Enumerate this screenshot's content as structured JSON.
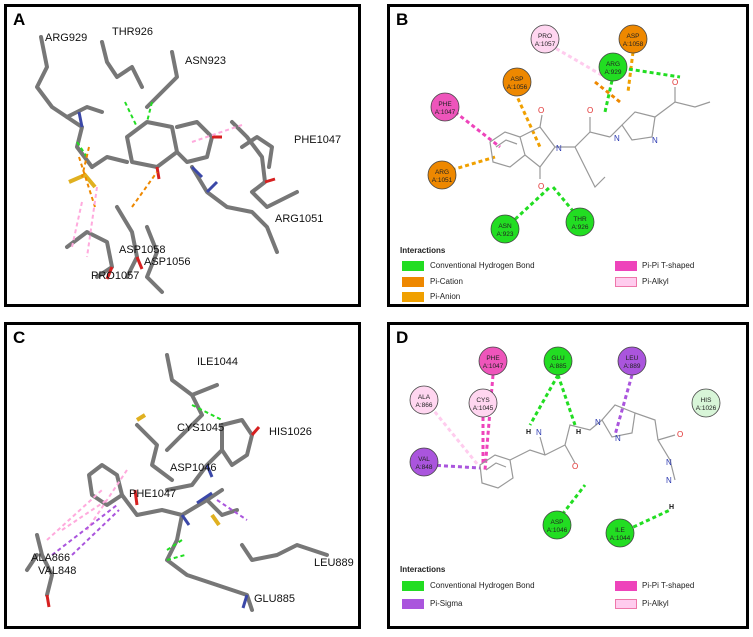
{
  "panels": {
    "A": {
      "label": "A",
      "residues": [
        "ARG929",
        "THR926",
        "ASN923",
        "PHE1047",
        "ARG1051",
        "ASP1058",
        "ASP1056",
        "PRO1057"
      ]
    },
    "B": {
      "label": "B",
      "residues": [
        {
          "name": "PRO",
          "chain": "A:1057"
        },
        {
          "name": "ASP",
          "chain": "A:1058"
        },
        {
          "name": "ARG",
          "chain": "A:929"
        },
        {
          "name": "ASP",
          "chain": "A:1056"
        },
        {
          "name": "PHE",
          "chain": "A:1047"
        },
        {
          "name": "ARG",
          "chain": "A:1051"
        },
        {
          "name": "ASN",
          "chain": "A:923"
        },
        {
          "name": "THR",
          "chain": "A:926"
        }
      ],
      "legend_title": "Interactions",
      "legend": [
        {
          "label": "Conventional Hydrogen Bond",
          "color": "#22dd22"
        },
        {
          "label": "Pi-Pi T-shaped",
          "color": "#ee44bb"
        },
        {
          "label": "Pi-Cation",
          "color": "#ee8800"
        },
        {
          "label": "Pi-Alkyl",
          "color": "#ffccee"
        },
        {
          "label": "Pi-Anion",
          "color": "#f0a000"
        }
      ]
    },
    "C": {
      "label": "C",
      "residues": [
        "ILE1044",
        "CYS1045",
        "HIS1026",
        "ASP1046",
        "PHE1047",
        "ALA866",
        "VAL848",
        "LEU889",
        "GLU885"
      ]
    },
    "D": {
      "label": "D",
      "residues": [
        {
          "name": "PHE",
          "chain": "A:1047"
        },
        {
          "name": "GLU",
          "chain": "A:885"
        },
        {
          "name": "LEU",
          "chain": "A:889"
        },
        {
          "name": "ALA",
          "chain": "A:866"
        },
        {
          "name": "CYS",
          "chain": "A:1045"
        },
        {
          "name": "HIS",
          "chain": "A:1026"
        },
        {
          "name": "VAL",
          "chain": "A:848"
        },
        {
          "name": "ASP",
          "chain": "A:1046"
        },
        {
          "name": "ILE",
          "chain": "A:1044"
        }
      ],
      "atom_labels": [
        "H",
        "H",
        "H"
      ],
      "legend_title": "Interactions",
      "legend": [
        {
          "label": "Conventional Hydrogen Bond",
          "color": "#22dd22"
        },
        {
          "label": "Pi-Pi T-shaped",
          "color": "#ee44bb"
        },
        {
          "label": "Pi-Sigma",
          "color": "#aa55dd"
        },
        {
          "label": "Pi-Alkyl",
          "color": "#ffccee"
        }
      ]
    }
  }
}
